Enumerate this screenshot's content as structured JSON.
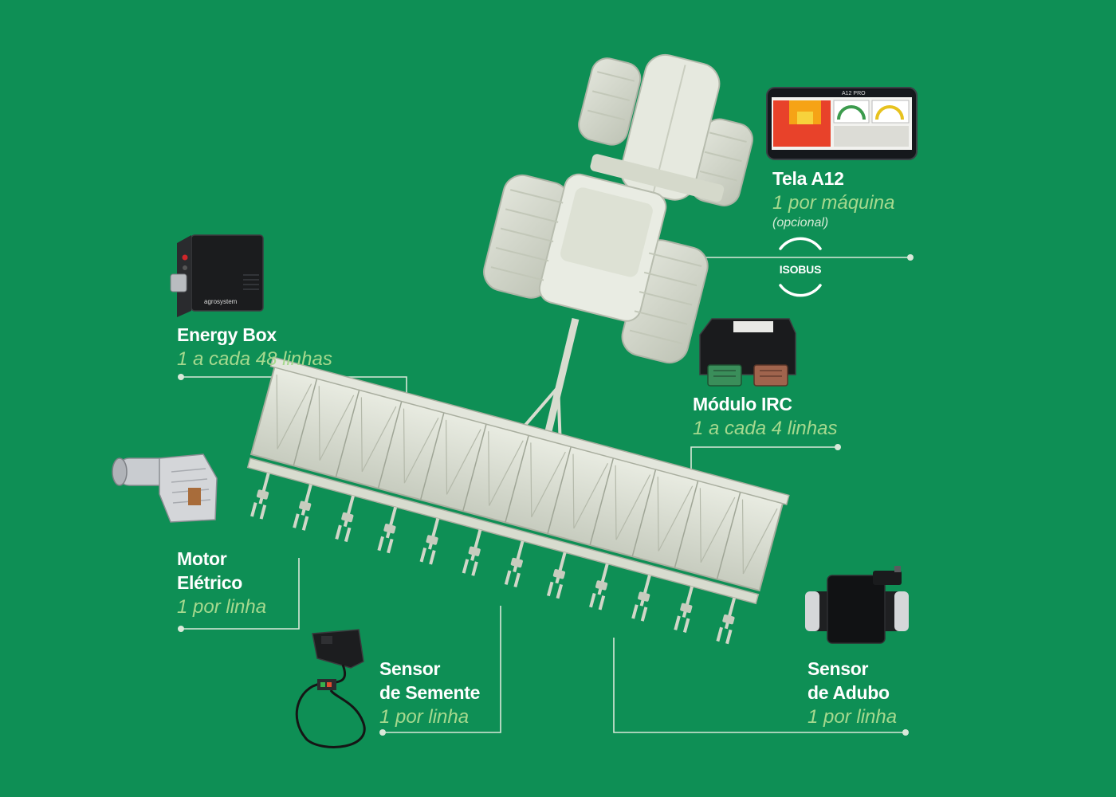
{
  "components": {
    "tela": {
      "title": "Tela A12",
      "quantity": "1 por máquina",
      "note": "(opcional)",
      "brand": "A12 PRO"
    },
    "energy_box": {
      "title": "Energy Box",
      "quantity": "1 a cada 48 linhas",
      "brand": "agrosystem"
    },
    "modulo_irc": {
      "title": "Módulo IRC",
      "quantity": "1 a cada 4 linhas"
    },
    "motor": {
      "title_line1": "Motor",
      "title_line2": "Elétrico",
      "quantity": "1 por linha"
    },
    "sensor_semente": {
      "title_line1": "Sensor",
      "title_line2": "de Semente",
      "quantity": "1 por linha"
    },
    "sensor_adubo": {
      "title_line1": "Sensor",
      "title_line2": "de Adubo",
      "quantity": "1 por linha"
    }
  },
  "isobus": {
    "label": "ISOBUS"
  },
  "colors": {
    "background": "#0e8f55",
    "title_text": "#ffffff",
    "quantity_text": "#a6d98e",
    "leader_line": "#d9e8d9",
    "machine_body": "#dfe3d6"
  }
}
